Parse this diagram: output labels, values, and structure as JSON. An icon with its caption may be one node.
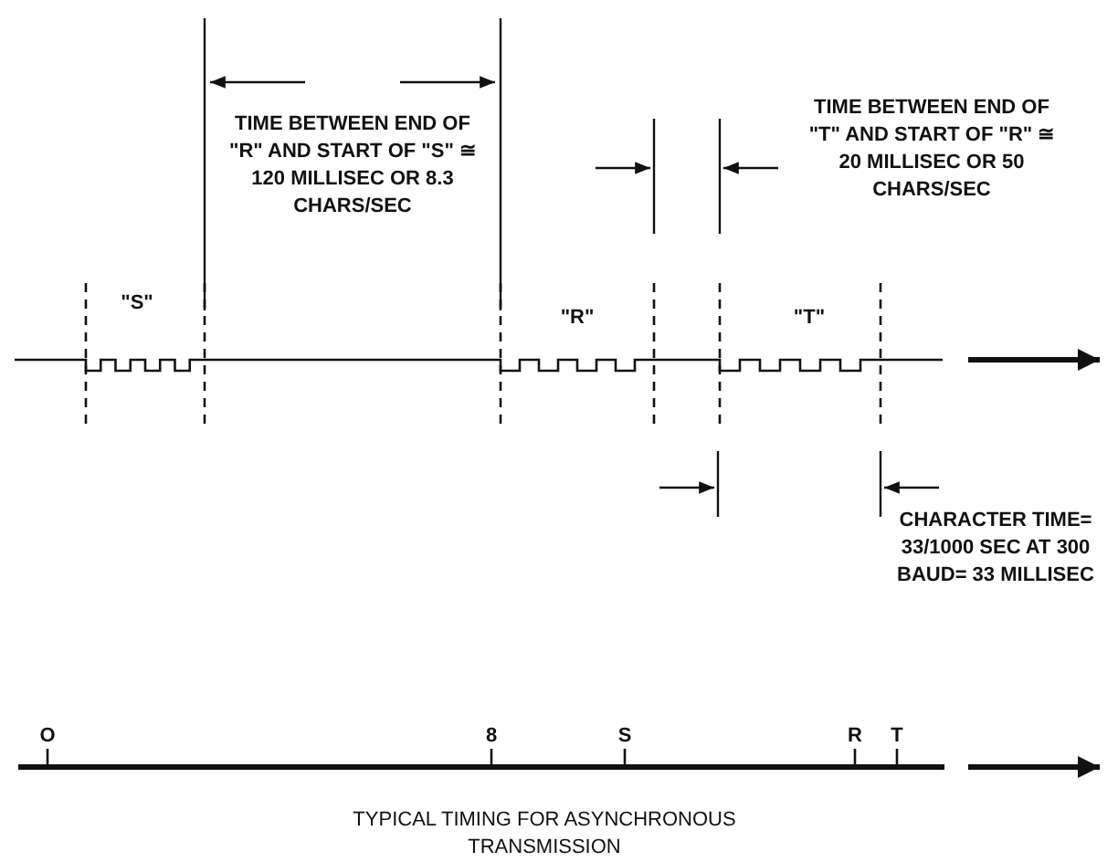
{
  "diagram": {
    "caption": "TYPICAL TIMING FOR ASYNCHRONOUS TRANSMISSION",
    "labels": [
      "TIME BETWEEN END OF \"R\" AND START OF \"S\" ≅ 120 MILLISEC OR 8.3 CHARS/SEC",
      "TIME BETWEEN END OF \"T\" AND START OF \"R\" ≅ 20 MILLISEC OR 50 CHARS/SEC",
      "\"S\"",
      "\"R\"",
      "\"T\"",
      "CHARACTER TIME= 33/1000 SEC AT 300 BAUD= 33 MILLISEC",
      "O",
      "8",
      "S",
      "R",
      "T"
    ]
  }
}
